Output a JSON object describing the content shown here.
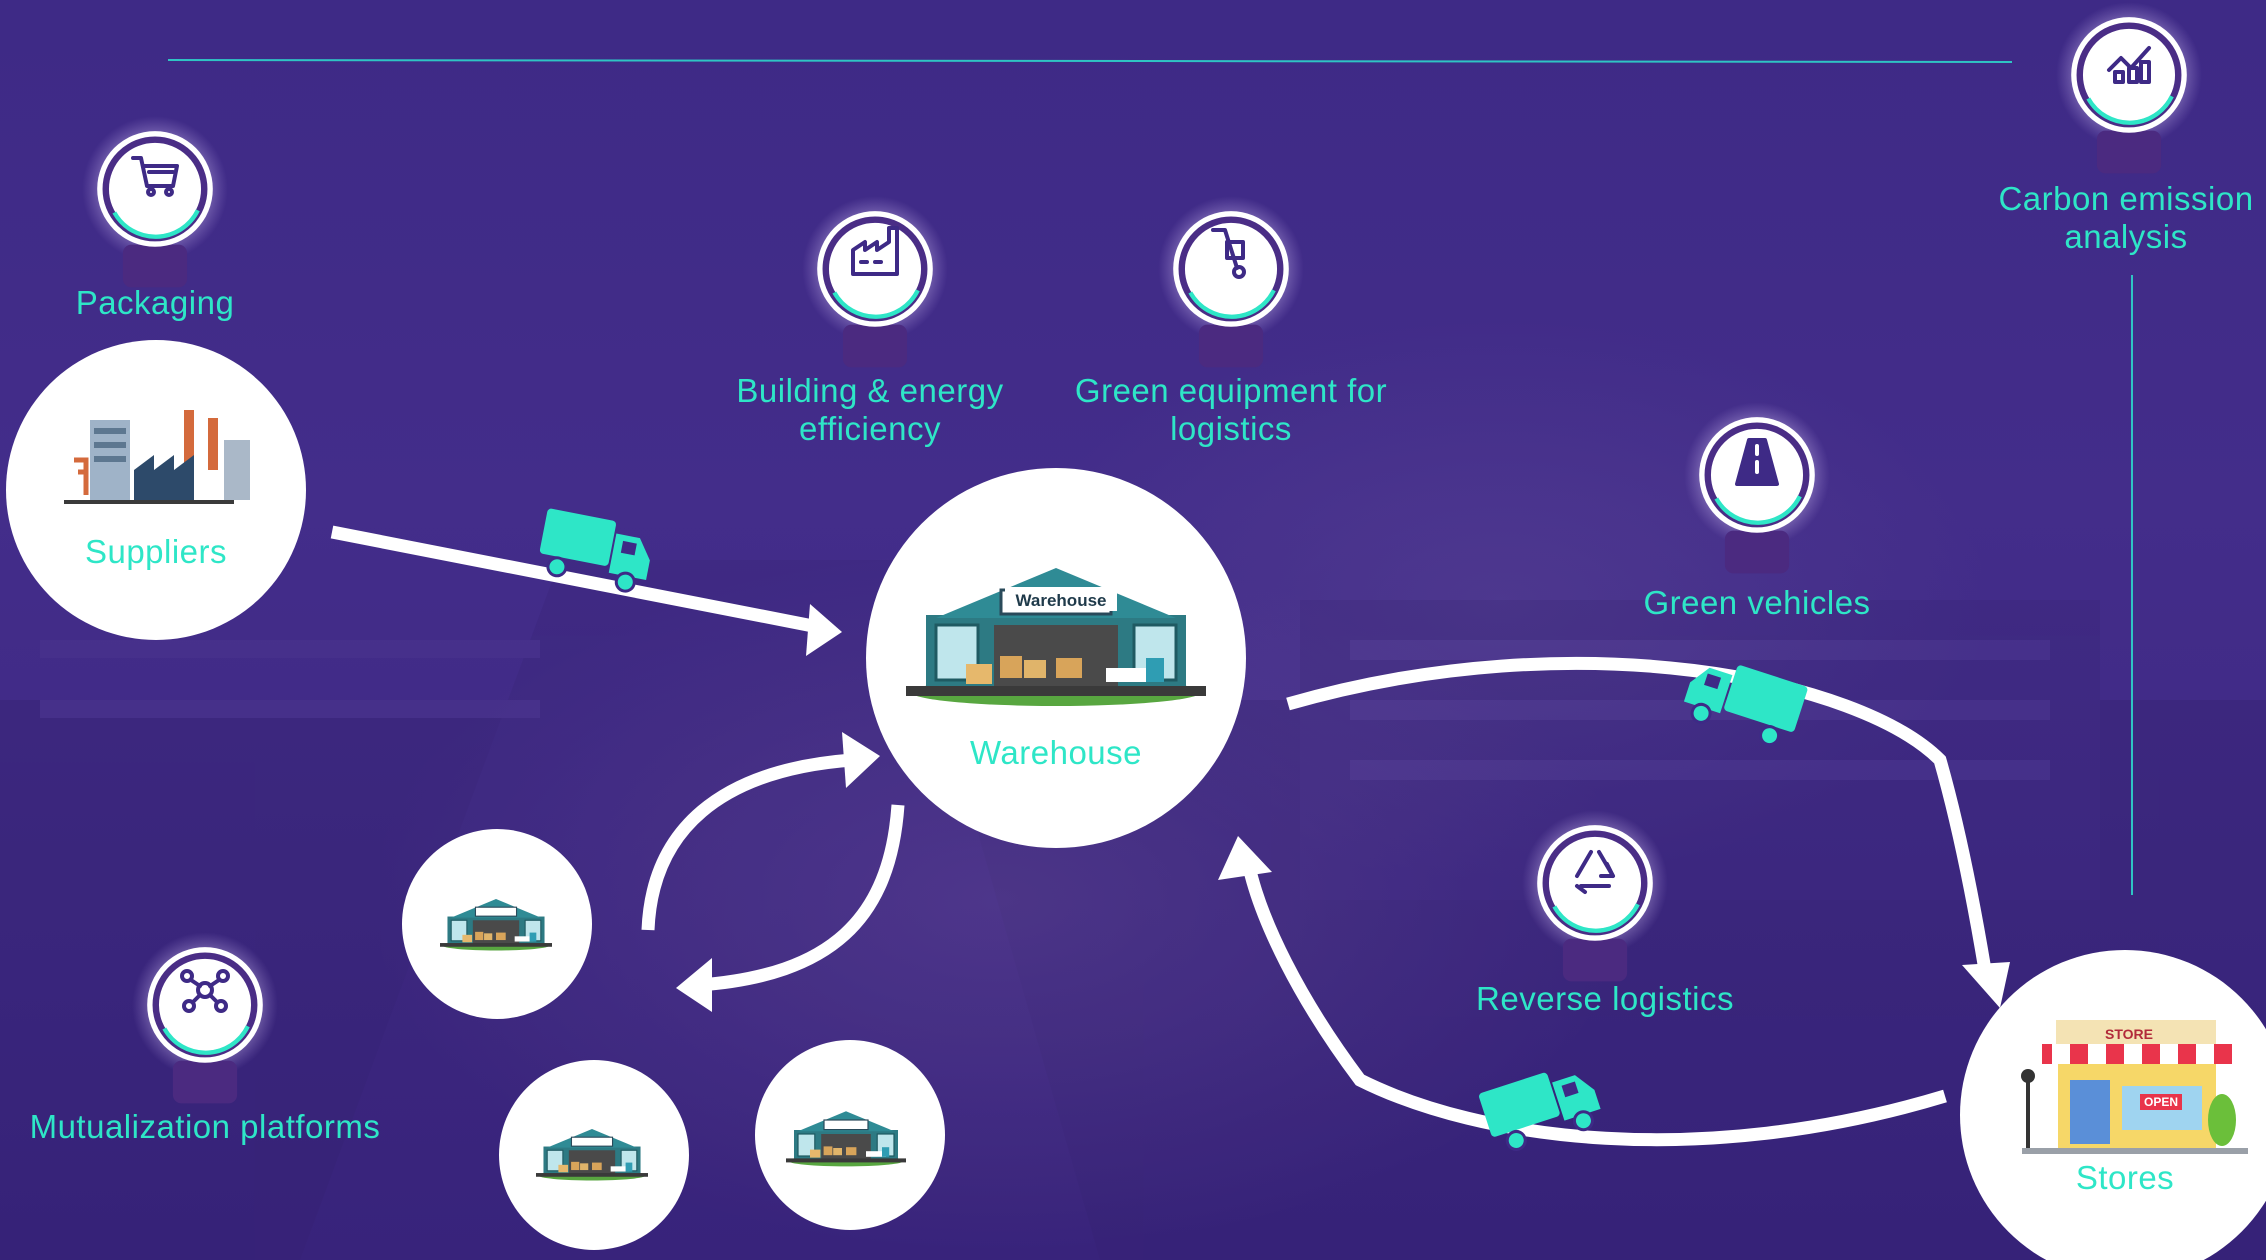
{
  "diagram": {
    "nodes": {
      "suppliers": "Suppliers",
      "warehouse": "Warehouse",
      "stores": "Stores"
    },
    "levers": {
      "packaging": "Packaging",
      "building_1": "Building & energy",
      "building_2": "efficiency",
      "equipment_1": "Green equipment for",
      "equipment_2": "logistics",
      "carbon_1": "Carbon emission",
      "carbon_2": "analysis",
      "vehicles": "Green vehicles",
      "reverse": "Reverse logistics",
      "mutualization": "Mutualization platforms"
    },
    "warehouse_sign": "Warehouse",
    "store_sign": "STORE",
    "store_open": "OPEN"
  },
  "colors": {
    "accent": "#2ee6c7",
    "background": "#3e2a86",
    "bubble": "#4a2d86",
    "arrow": "#ffffff"
  },
  "icons": [
    "shopping-cart-icon",
    "factory-icon",
    "hand-truck-icon",
    "carbon-chart-icon",
    "road-icon",
    "recycle-icon",
    "network-icon",
    "truck-icon"
  ]
}
